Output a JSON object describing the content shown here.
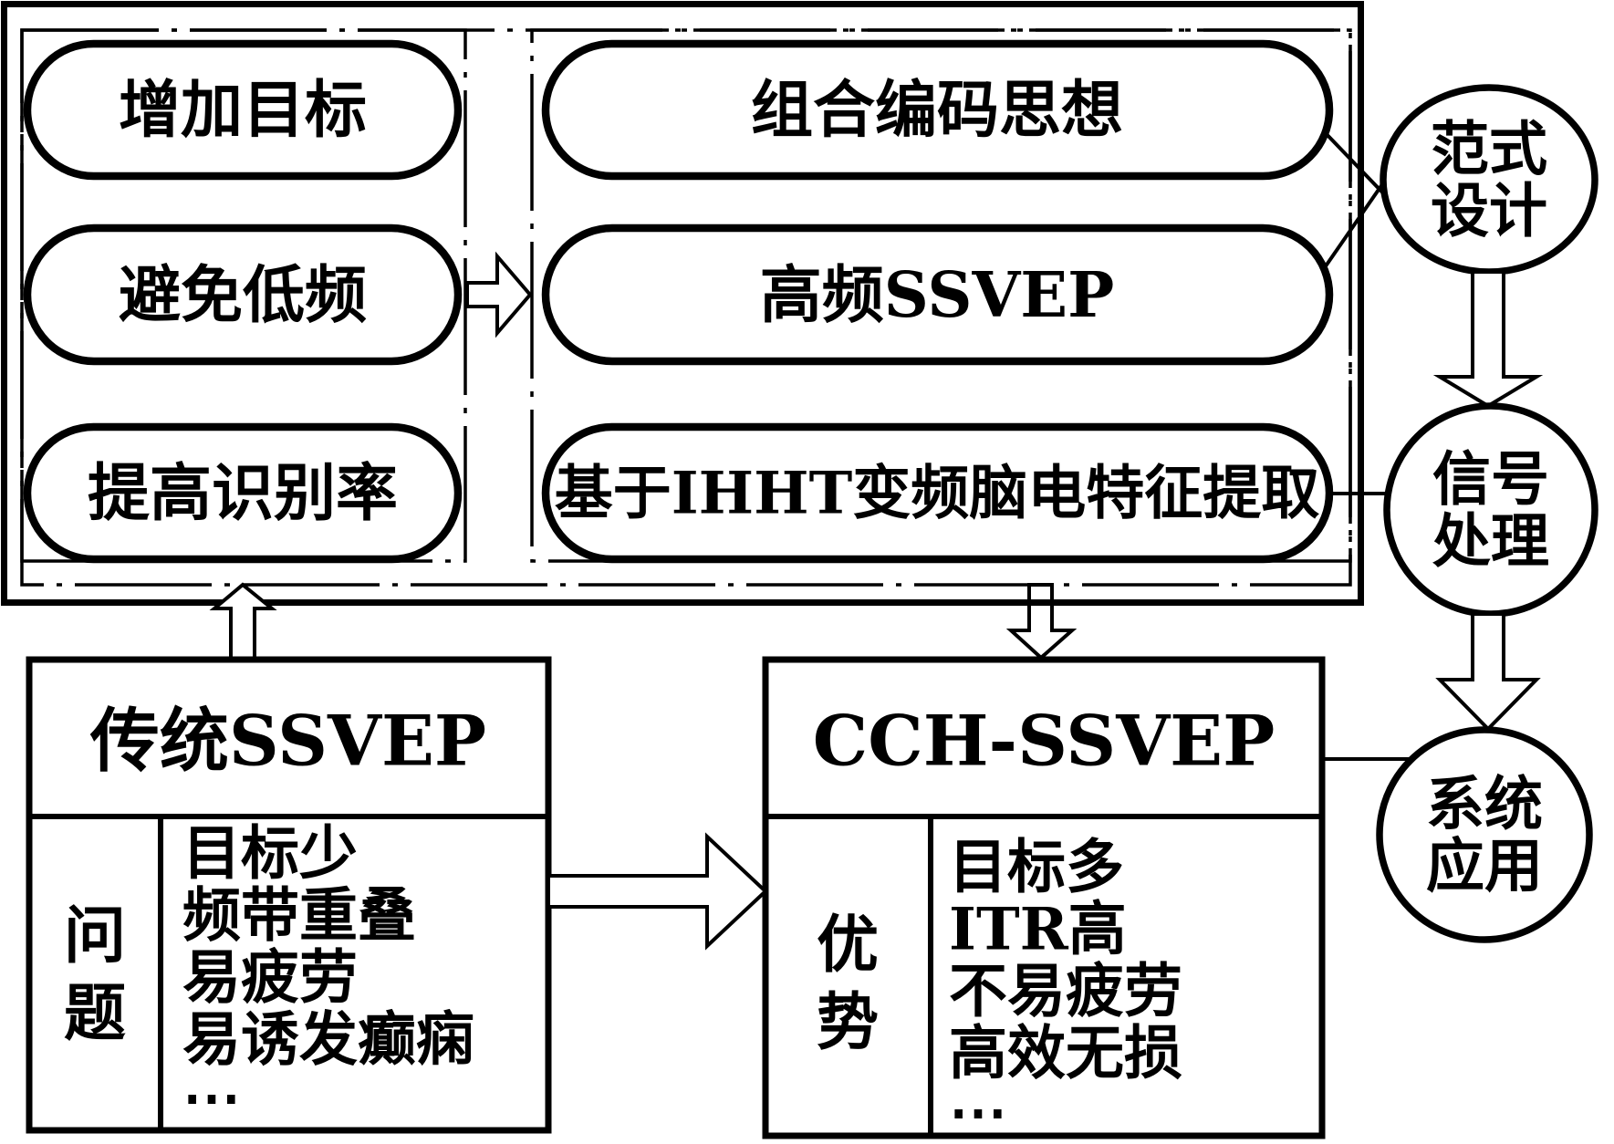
{
  "diagram": {
    "goals": [
      "增加目标",
      "避免低频",
      "提高识别率"
    ],
    "methods": [
      "组合编码思想",
      "高频SSVEP",
      "基于IHHT变频脑电特征提取"
    ],
    "stages": [
      [
        "范式",
        "设计"
      ],
      [
        "信号",
        "处理"
      ],
      [
        "系统",
        "应用"
      ]
    ],
    "traditional": {
      "title": "传统SSVEP",
      "label_chars": [
        "问",
        "题"
      ],
      "items": [
        "目标少",
        "频带重叠",
        "易疲劳",
        "易诱发癫痫",
        "⋯"
      ]
    },
    "cch": {
      "title": "CCH-SSVEP",
      "label_chars": [
        "优",
        "势"
      ],
      "items": [
        "目标多",
        "ITR高",
        "不易疲劳",
        "高效无损",
        "⋯"
      ]
    },
    "colors": {
      "stroke": "#000000",
      "background": "#ffffff"
    }
  }
}
